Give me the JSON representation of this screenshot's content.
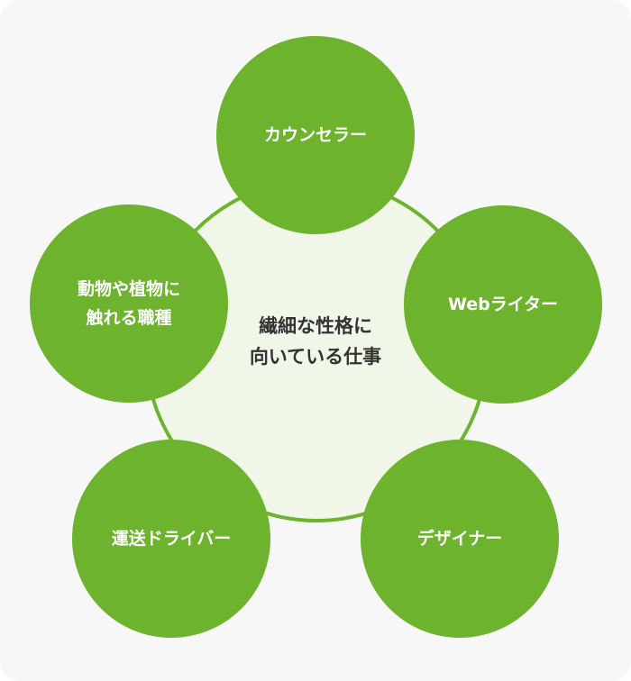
{
  "diagram": {
    "center": {
      "label": "繊細な性格に\n向いている仕事"
    },
    "nodes": [
      {
        "label": "カウンセラー"
      },
      {
        "label": "Webライター"
      },
      {
        "label": "デザイナー"
      },
      {
        "label": "運送ドライバー"
      },
      {
        "label": "動物や植物に\n触れる職種"
      }
    ],
    "colors": {
      "node_fill": "#6db32e",
      "center_fill": "#f0f7e8",
      "center_stroke": "#6db32e",
      "center_text": "#333333",
      "node_text": "#ffffff",
      "background": "#f7f7f7"
    }
  }
}
